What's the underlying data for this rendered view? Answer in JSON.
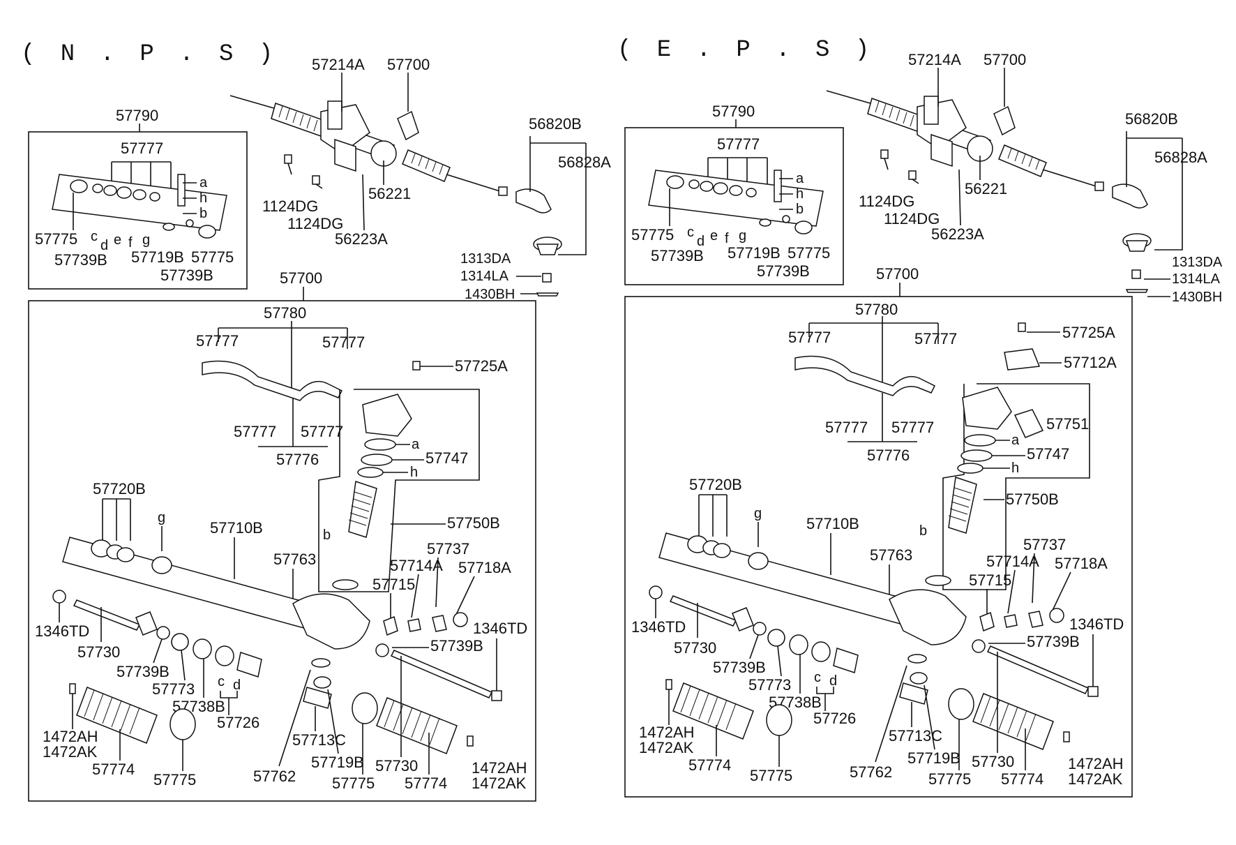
{
  "nps": {
    "heading": "( N . P . S )",
    "top": {
      "p57214A": "57214A",
      "p57700": "57700",
      "p56820B": "56820B",
      "p56828A": "56828A",
      "p1124DG_a": "1124DG",
      "p1124DG_b": "1124DG",
      "p56221": "56221",
      "p56223A": "56223A",
      "p1313DA": "1313DA",
      "p1314LA": "1314LA",
      "p1430BH": "1430BH"
    },
    "kit": {
      "title": "57790",
      "p57777": "57777",
      "a": "a",
      "h": "h",
      "b": "b",
      "p57775_l": "57775",
      "c": "c",
      "d": "d",
      "e": "e",
      "f": "f",
      "g": "g",
      "p57739B_l": "57739B",
      "p57719B": "57719B",
      "p57775_r": "57775",
      "p57739B_r": "57739B"
    },
    "main": {
      "title": "57700",
      "p57780": "57780",
      "p57777_1": "57777",
      "p57777_2": "57777",
      "p57777_3": "57777",
      "p57777_4": "57777",
      "p57776": "57776",
      "p57725A": "57725A",
      "a": "a",
      "p57747": "57747",
      "h": "h",
      "p57720B": "57720B",
      "g": "g",
      "p57710B": "57710B",
      "p57750B": "57750B",
      "b": "b",
      "p57763": "57763",
      "p57737": "57737",
      "p57714A": "57714A",
      "p57718A": "57718A",
      "p57715": "57715",
      "p1346TD_l": "1346TD",
      "p1346TD_r": "1346TD",
      "p57730_l": "57730",
      "p57739B_l": "57739B",
      "p57739B_r": "57739B",
      "p57773": "57773",
      "p57738B": "57738B",
      "c": "c",
      "d": "d",
      "p57726": "57726",
      "p1472AH_l": "1472AH",
      "p1472AK_l": "1472AK",
      "p57774_l": "57774",
      "p57775_l": "57775",
      "p57762": "57762",
      "p57713C": "57713C",
      "p57719B": "57719B",
      "p57730_r": "57730",
      "p57775_r": "57775",
      "p57774_r": "57774",
      "p1472AH_r": "1472AH",
      "p1472AK_r": "1472AK"
    }
  },
  "eps": {
    "heading": "( E . P . S )",
    "top": {
      "p57214A": "57214A",
      "p57700": "57700",
      "p56820B": "56820B",
      "p56828A": "56828A",
      "p1124DG_a": "1124DG",
      "p1124DG_b": "1124DG",
      "p56221": "56221",
      "p56223A": "56223A",
      "p1313DA": "1313DA",
      "p1314LA": "1314LA",
      "p1430BH": "1430BH"
    },
    "kit": {
      "title": "57790",
      "p57777": "57777",
      "a": "a",
      "h": "h",
      "b": "b",
      "p57775_l": "57775",
      "c": "c",
      "d": "d",
      "e": "e",
      "f": "f",
      "g": "g",
      "p57739B_l": "57739B",
      "p57719B": "57719B",
      "p57775_r": "57775",
      "p57739B_r": "57739B"
    },
    "main": {
      "title": "57700",
      "p57780": "57780",
      "p57777_1": "57777",
      "p57777_2": "57777",
      "p57777_3": "57777",
      "p57777_4": "57777",
      "p57776": "57776",
      "p57725A": "57725A",
      "p57712A": "57712A",
      "p57751": "57751",
      "a": "a",
      "p57747": "57747",
      "h": "h",
      "p57720B": "57720B",
      "g": "g",
      "p57710B": "57710B",
      "p57750B": "57750B",
      "b": "b",
      "p57763": "57763",
      "p57737": "57737",
      "p57714A": "57714A",
      "p57718A": "57718A",
      "p57715": "57715",
      "p1346TD_l": "1346TD",
      "p1346TD_r": "1346TD",
      "p57730_l": "57730",
      "p57739B_l": "57739B",
      "p57739B_r": "57739B",
      "p57773": "57773",
      "p57738B": "57738B",
      "c": "c",
      "d": "d",
      "p57726": "57726",
      "p1472AH_l": "1472AH",
      "p1472AK_l": "1472AK",
      "p57774_l": "57774",
      "p57775_l": "57775",
      "p57762": "57762",
      "p57713C": "57713C",
      "p57719B": "57719B",
      "p57730_r": "57730",
      "p57775_r": "57775",
      "p57774_r": "57774",
      "p1472AH_r": "1472AH",
      "p1472AK_r": "1472AK"
    }
  }
}
